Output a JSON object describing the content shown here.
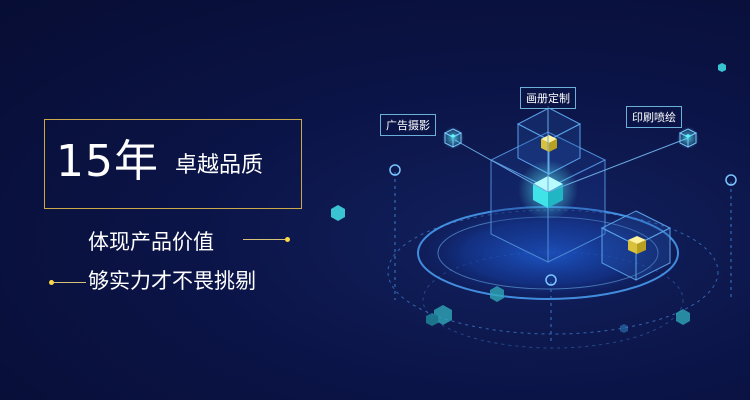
{
  "headline": {
    "years": "15年",
    "subtitle": "卓越品质"
  },
  "lines": {
    "line1": "体现产品价值",
    "line2": "够实力才不畏挑剔"
  },
  "tags": {
    "photo": "广告摄影",
    "album": "画册定制",
    "print": "印刷喷绘"
  },
  "colors": {
    "frame": "#c9a94a",
    "accent": "#ffd84a",
    "cyan": "#3fe3e8",
    "bg": "#0b1447"
  }
}
